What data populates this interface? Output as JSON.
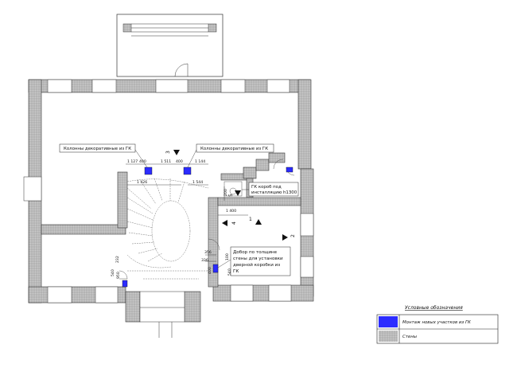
{
  "labels": {
    "columns_left": "Колонны декоративные из ГК",
    "columns_right": "Колонны декоративные из ГК",
    "duct_line1": "ГК короб под",
    "duct_line2": "инсталляцию h1300",
    "door_note_line1": "Добор по толщине",
    "door_note_line2": "стены для установки",
    "door_note_line3": "дверной коробки  из",
    "door_note_line4": "ГК"
  },
  "dimensions": {
    "d1": "1 127",
    "d2": "400",
    "d3": "1 511",
    "d4": "400",
    "d5": "1 144",
    "d6": "1 426",
    "d7": "1 544",
    "d8": "1 400",
    "d9": "200",
    "d10": "356",
    "d11": "336",
    "d12": "100",
    "d13": "540",
    "d14": "400",
    "d15": "540",
    "d16": "950",
    "d17": "232"
  },
  "view_marks": {
    "m1": "3",
    "m2": "4",
    "m3": "1",
    "m4": "2",
    "m5": "5"
  },
  "legend": {
    "title": "Условные обозначения",
    "items": [
      {
        "text": "Монтаж новых участков из ГК",
        "color": "#2c2cff"
      },
      {
        "text": "Стены",
        "color": "#b4b4b4"
      }
    ]
  },
  "colors": {
    "new_gk": "#2c2cff",
    "walls": "#b4b4b4"
  }
}
